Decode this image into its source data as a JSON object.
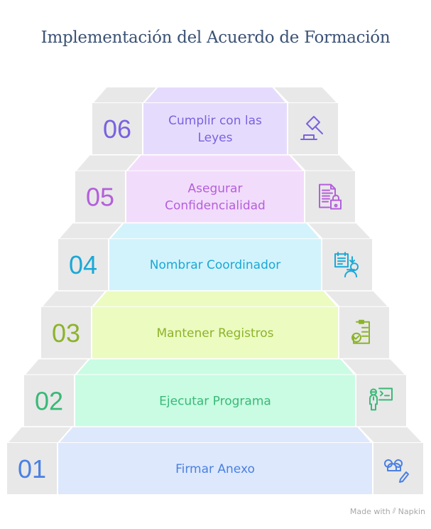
{
  "title": "Implementación del Acuerdo de Formación",
  "steps": [
    {
      "number": "01",
      "label": [
        "Firmar Anexo"
      ],
      "icon": "users-sign-icon",
      "color": "#4a80e3",
      "bg": "#dde8fc"
    },
    {
      "number": "02",
      "label": [
        "Ejecutar Programa"
      ],
      "icon": "presenter-icon",
      "color": "#3ab978",
      "bg": "#c9fce3"
    },
    {
      "number": "03",
      "label": [
        "Mantener Registros"
      ],
      "icon": "clipboard-check-icon",
      "color": "#8db32a",
      "bg": "#ecfbc0"
    },
    {
      "number": "04",
      "label": [
        "Nombrar Coordinador"
      ],
      "icon": "calendar-person-icon",
      "color": "#1aa8d6",
      "bg": "#d3f3fc"
    },
    {
      "number": "05",
      "label": [
        "Asegurar",
        "Confidencialidad"
      ],
      "icon": "document-lock-icon",
      "color": "#b45fdc",
      "bg": "#f2dcfb"
    },
    {
      "number": "06",
      "label": [
        "Cumplir con las",
        "Leyes"
      ],
      "icon": "gavel-icon",
      "color": "#7b61e0",
      "bg": "#e5dcfd"
    }
  ],
  "footer": {
    "prefix": "Made with",
    "brand": "Napkin"
  }
}
